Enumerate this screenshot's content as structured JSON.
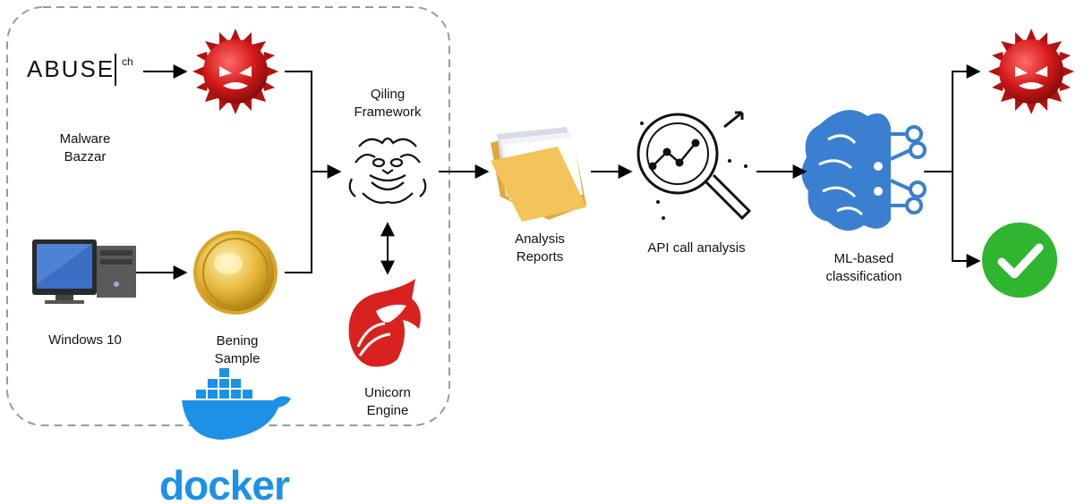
{
  "labels": {
    "abuse_logo": "ABUSE",
    "abuse_suffix": "ch",
    "malware_bazzar": "Malware\nBazzar",
    "windows": "Windows 10",
    "bening_sample": "Bening\nSample",
    "qiling": "Qiling\nFramework",
    "unicorn": "Unicorn\nEngine",
    "analysis_reports": "Analysis\nReports",
    "api_call": "API call analysis",
    "ml": "ML-based\nclassification",
    "docker": "docker"
  },
  "colors": {
    "malware_red": "#d41a1a",
    "docker_blue": "#1d91e6",
    "brain_blue": "#3a7fd0",
    "check_green": "#2fb52f",
    "unicorn_red": "#d8221f",
    "coin_gold": "#e6b83a",
    "folder_yellow": "#f2c45a"
  },
  "icons": [
    "malware-virus-icon",
    "windows-pc-icon",
    "gold-coin-icon",
    "qiling-dragon-icon",
    "unicorn-icon",
    "folder-icon",
    "analysis-magnifier-icon",
    "brain-ml-icon",
    "check-icon",
    "docker-whale-icon"
  ]
}
